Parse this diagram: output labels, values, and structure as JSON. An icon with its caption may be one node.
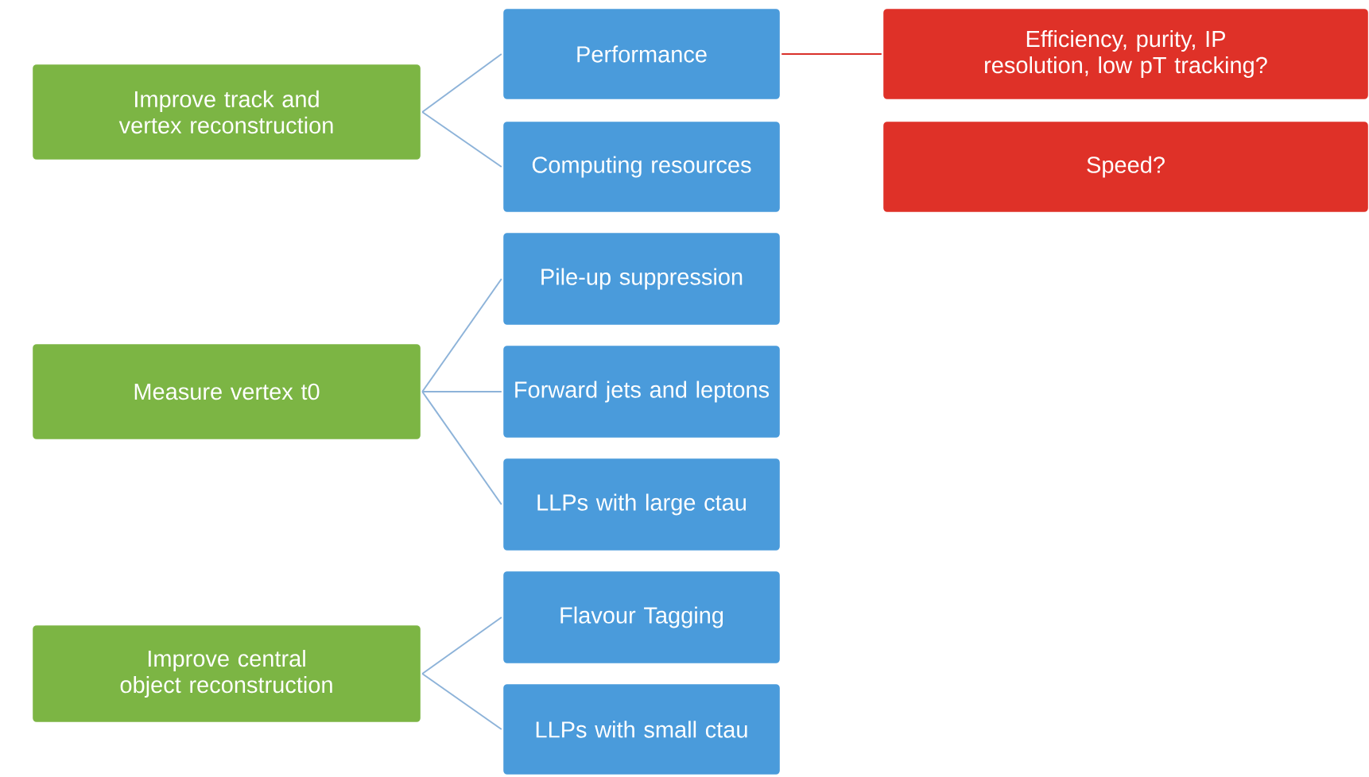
{
  "diagram": {
    "nodes": [
      {
        "text": [
          "Improve track and vertex reconstruction"
        ]
      },
      {
        "text": [
          "Performance"
        ]
      },
      {
        "text": [
          "Efficiency, purity, IP resolution, low pT tracking?"
        ]
      },
      {
        "text": [
          "Computing resources"
        ]
      },
      {
        "text": [
          "Speed?"
        ]
      },
      {
        "text": [
          "Measure vertex t0"
        ]
      },
      {
        "text": [
          "Pile-up suppression"
        ]
      },
      {
        "text": [
          "Forward jets and leptons"
        ]
      },
      {
        "text": [
          "LLPs with large ctau"
        ]
      },
      {
        "text": [
          "Improve central object reconstruction"
        ]
      },
      {
        "text": [
          "Flavour Tagging"
        ]
      },
      {
        "text": [
          "LLPs with small ctau"
        ]
      }
    ],
    "edges": [
      {
        "from": 0,
        "to": 1,
        "arrow": "none"
      },
      {
        "from": 0,
        "to": 3,
        "arrow": "none"
      },
      {
        "from": 1,
        "to": 2,
        "arrow": "none",
        "color": "#d9302a"
      },
      {
        "from": 5,
        "to": 6,
        "arrow": "none"
      },
      {
        "from": 5,
        "to": 7,
        "arrow": "none"
      },
      {
        "from": 5,
        "to": 8,
        "arrow": "none"
      },
      {
        "from": 9,
        "to": 10,
        "arrow": "none"
      },
      {
        "from": 9,
        "to": 11,
        "arrow": "none"
      }
    ]
  }
}
